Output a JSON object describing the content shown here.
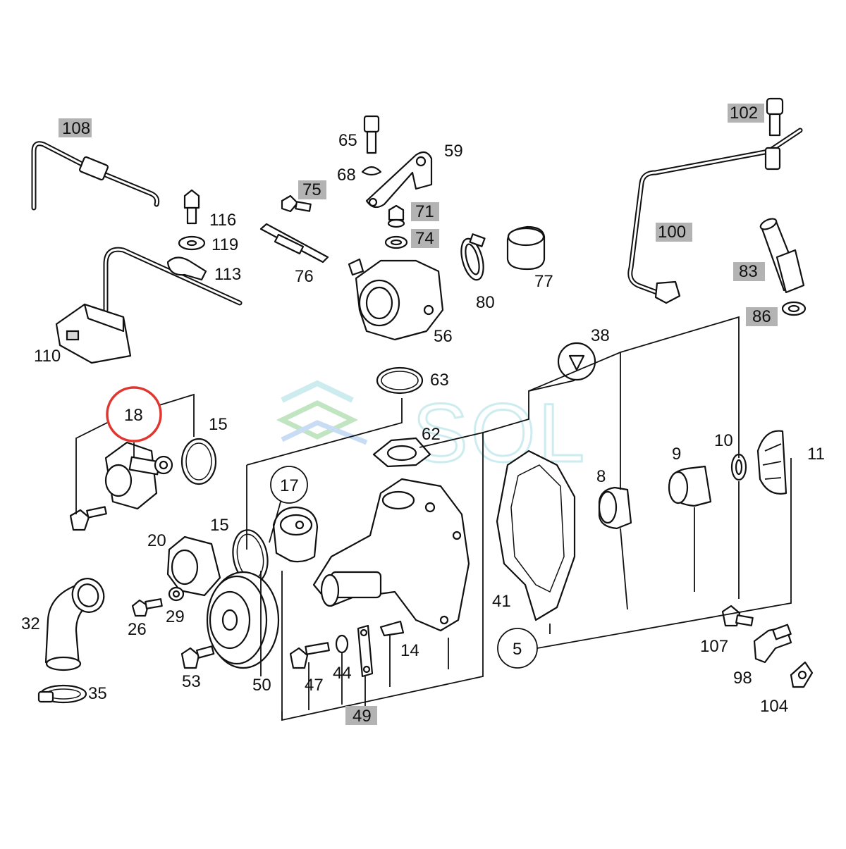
{
  "diagram": {
    "highlight_color": "#b3b3b3",
    "selection_color": "#e0362f",
    "watermark": {
      "text": "SOL",
      "color": "#a6dde3"
    },
    "labels": [
      {
        "id": "108",
        "text": "108",
        "highlighted": true
      },
      {
        "id": "116",
        "text": "116",
        "highlighted": false
      },
      {
        "id": "119",
        "text": "119",
        "highlighted": false
      },
      {
        "id": "113",
        "text": "113",
        "highlighted": false
      },
      {
        "id": "110",
        "text": "110",
        "highlighted": false
      },
      {
        "id": "65",
        "text": "65",
        "highlighted": false
      },
      {
        "id": "68",
        "text": "68",
        "highlighted": false
      },
      {
        "id": "59",
        "text": "59",
        "highlighted": false
      },
      {
        "id": "75",
        "text": "75",
        "highlighted": true
      },
      {
        "id": "71",
        "text": "71",
        "highlighted": true
      },
      {
        "id": "74",
        "text": "74",
        "highlighted": true
      },
      {
        "id": "76",
        "text": "76",
        "highlighted": false
      },
      {
        "id": "56",
        "text": "56",
        "highlighted": false
      },
      {
        "id": "80",
        "text": "80",
        "highlighted": false
      },
      {
        "id": "77",
        "text": "77",
        "highlighted": false
      },
      {
        "id": "102",
        "text": "102",
        "highlighted": true
      },
      {
        "id": "100",
        "text": "100",
        "highlighted": true
      },
      {
        "id": "83",
        "text": "83",
        "highlighted": true
      },
      {
        "id": "86",
        "text": "86",
        "highlighted": true
      },
      {
        "id": "38",
        "text": "38",
        "highlighted": false
      },
      {
        "id": "63",
        "text": "63",
        "highlighted": false
      },
      {
        "id": "62",
        "text": "62",
        "highlighted": false
      },
      {
        "id": "15a",
        "text": "15",
        "highlighted": false
      },
      {
        "id": "15b",
        "text": "15",
        "highlighted": false
      },
      {
        "id": "20",
        "text": "20",
        "highlighted": false
      },
      {
        "id": "8",
        "text": "8",
        "highlighted": false
      },
      {
        "id": "9",
        "text": "9",
        "highlighted": false
      },
      {
        "id": "10",
        "text": "10",
        "highlighted": false
      },
      {
        "id": "11",
        "text": "11",
        "highlighted": false
      },
      {
        "id": "41",
        "text": "41",
        "highlighted": false
      },
      {
        "id": "32",
        "text": "32",
        "highlighted": false
      },
      {
        "id": "26",
        "text": "26",
        "highlighted": false
      },
      {
        "id": "29",
        "text": "29",
        "highlighted": false
      },
      {
        "id": "35",
        "text": "35",
        "highlighted": false
      },
      {
        "id": "53",
        "text": "53",
        "highlighted": false
      },
      {
        "id": "50",
        "text": "50",
        "highlighted": false
      },
      {
        "id": "47",
        "text": "47",
        "highlighted": false
      },
      {
        "id": "44",
        "text": "44",
        "highlighted": false
      },
      {
        "id": "14",
        "text": "14",
        "highlighted": false
      },
      {
        "id": "49",
        "text": "49",
        "highlighted": true
      },
      {
        "id": "107",
        "text": "107",
        "highlighted": false
      },
      {
        "id": "98",
        "text": "98",
        "highlighted": false
      },
      {
        "id": "104",
        "text": "104",
        "highlighted": false
      }
    ],
    "callouts": [
      {
        "id": "18",
        "text": "18",
        "selected": true
      },
      {
        "id": "17",
        "text": "17",
        "selected": false
      },
      {
        "id": "5",
        "text": "5",
        "selected": false
      }
    ]
  }
}
